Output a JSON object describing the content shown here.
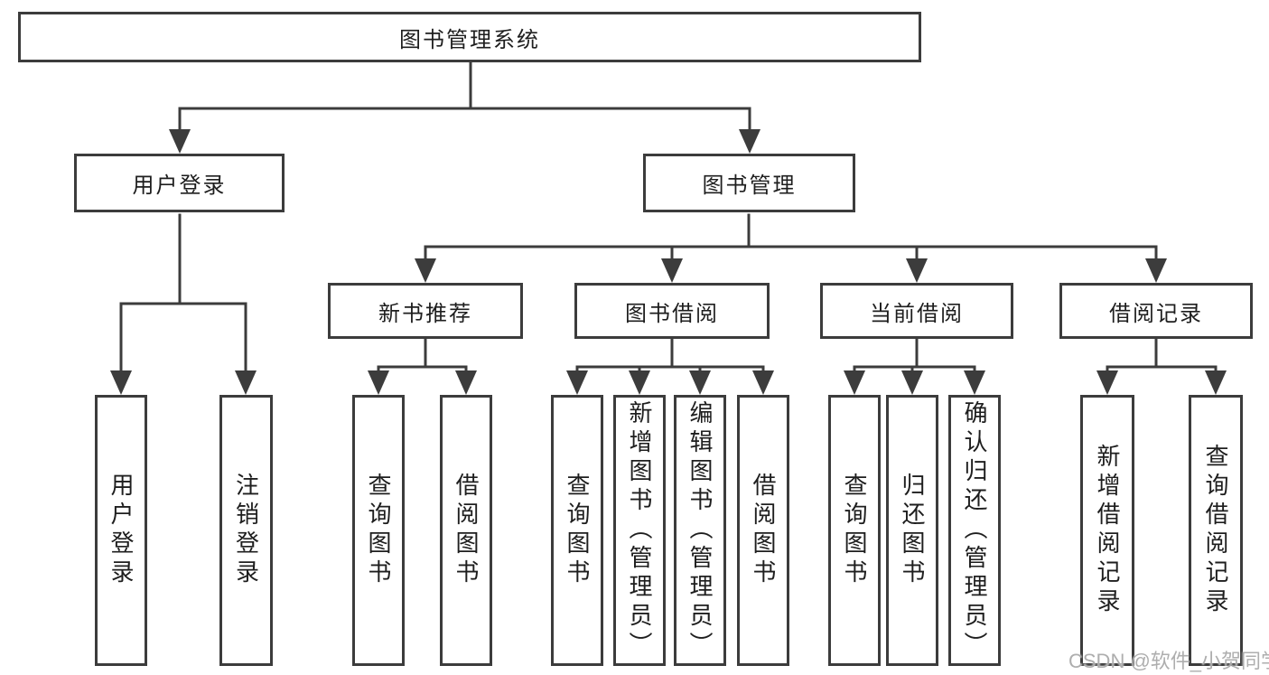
{
  "diagram": {
    "root": {
      "label": "图书管理系统"
    },
    "branches": [
      {
        "label": "用户登录",
        "children": [
          {
            "label": "用户登录"
          },
          {
            "label": "注销登录"
          }
        ]
      },
      {
        "label": "图书管理",
        "children": [
          {
            "label": "新书推荐",
            "children": [
              {
                "label": "查询图书"
              },
              {
                "label": "借阅图书"
              }
            ]
          },
          {
            "label": "图书借阅",
            "children": [
              {
                "label": "查询图书"
              },
              {
                "label": "新增图书（管理员）"
              },
              {
                "label": "编辑图书（管理员）"
              },
              {
                "label": "借阅图书"
              }
            ]
          },
          {
            "label": "当前借阅",
            "children": [
              {
                "label": "查询图书"
              },
              {
                "label": "归还图书"
              },
              {
                "label": "确认归还（管理员）"
              }
            ]
          },
          {
            "label": "借阅记录",
            "children": [
              {
                "label": "新增借阅记录"
              },
              {
                "label": "查询借阅记录"
              }
            ]
          }
        ]
      }
    ]
  },
  "watermark": {
    "text": "CSDN @软件_小贺同学",
    "color": "#aaaaaa"
  },
  "colors": {
    "line": "#3c3c3c",
    "box_border": "#3c3c3c",
    "box_background": "#ffffff",
    "text": "#1e1e1e",
    "page_background": "#ffffff"
  }
}
